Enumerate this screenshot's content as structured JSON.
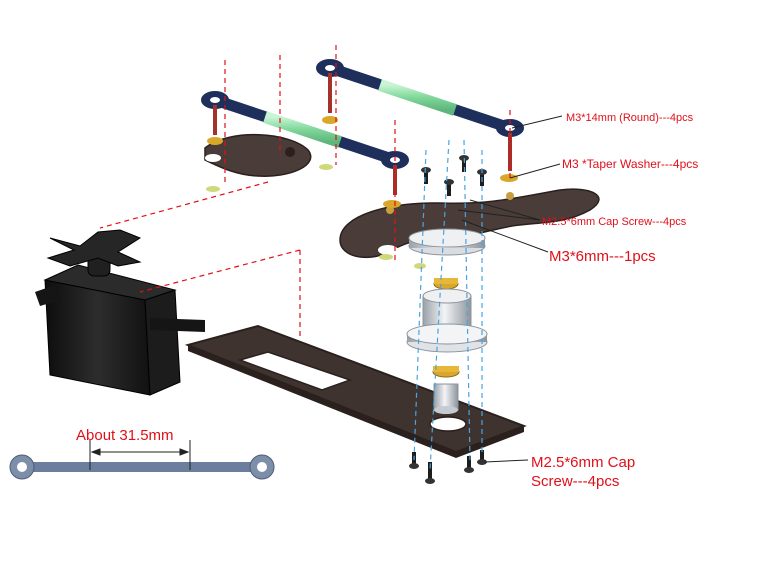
{
  "labels": {
    "m3_14mm": "M3*14mm (Round)---4pcs",
    "taper_washer": "M3 *Taper Washer---4pcs",
    "m25_6mm_cap_top": "M2.5*6mm  Cap Screw---4pcs",
    "m3_6mm": "M3*6mm---1pcs",
    "about": "About 31.5mm",
    "m25_6mm_cap_bottom_line1": "M2.5*6mm Cap",
    "m25_6mm_cap_bottom_line2": "Screw---4pcs"
  },
  "colors": {
    "label_red": "#e0101a",
    "carbon": "#3f3330",
    "carbon_edge": "#2a201d",
    "rod_blue": "#1e2f5c",
    "rod_green": "#8fe0a8",
    "brass": "#d9a82a",
    "guide_red": "#e0101a",
    "guide_blue": "#4aa3e0",
    "servo_black": "#1a1a1a",
    "aluminium": "#cfd3d8"
  }
}
